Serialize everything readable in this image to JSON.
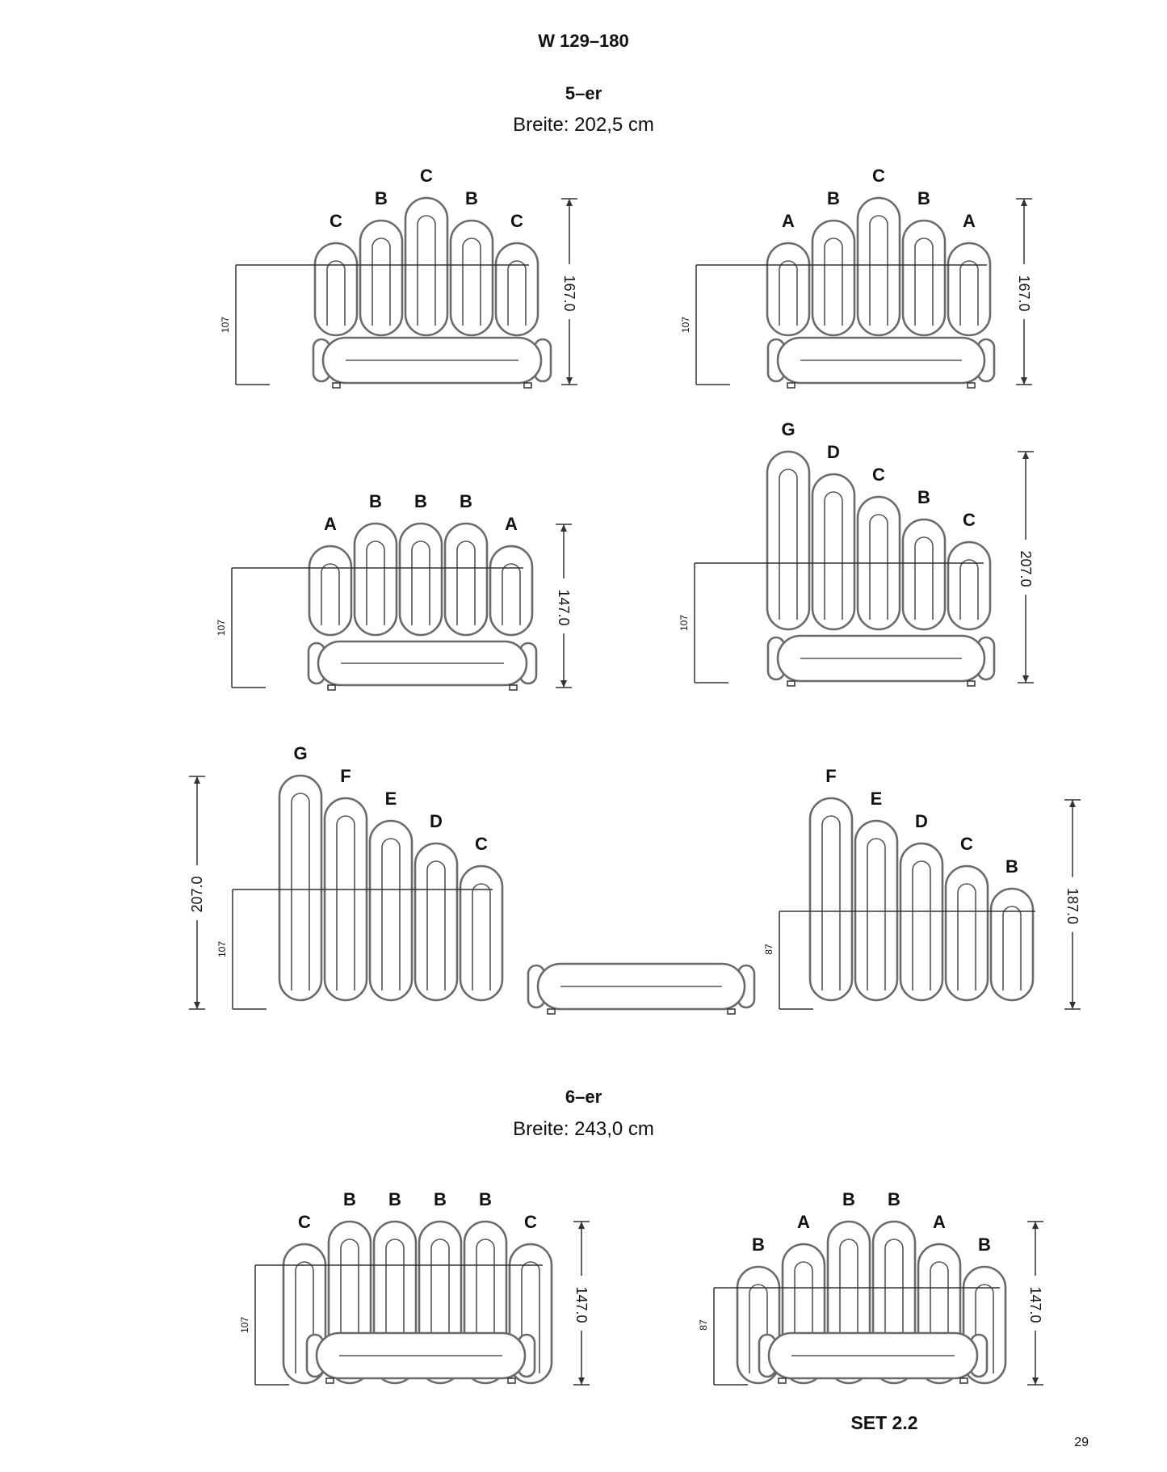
{
  "header": {
    "title": "W 129–180"
  },
  "section_5er": {
    "title": "5–er",
    "width": "Breite: 202,5 cm"
  },
  "section_6er": {
    "title": "6–er",
    "width": "Breite: 243,0 cm"
  },
  "set_label": "SET 2.2",
  "page_number": "29",
  "diagrams": [
    {
      "labels": [
        "C",
        "B",
        "C",
        "B",
        "C"
      ],
      "height": "167.0",
      "seat_height": "107"
    },
    {
      "labels": [
        "A",
        "B",
        "C",
        "B",
        "A"
      ],
      "height": "167.0",
      "seat_height": "107"
    },
    {
      "labels": [
        "A",
        "B",
        "B",
        "B",
        "A"
      ],
      "height": "147.0",
      "seat_height": "107"
    },
    {
      "labels": [
        "G",
        "D",
        "C",
        "B",
        "C"
      ],
      "height": "207.0",
      "seat_height": "107"
    },
    {
      "labels": [
        "G",
        "F",
        "E",
        "D",
        "C"
      ],
      "height": "207.0",
      "seat_height": "107"
    },
    {
      "labels": [
        "F",
        "E",
        "D",
        "C",
        "B"
      ],
      "height": "187.0",
      "seat_height": "87"
    },
    {
      "labels": [
        "C",
        "B",
        "B",
        "B",
        "B",
        "C"
      ],
      "height": "147.0",
      "seat_height": "107"
    },
    {
      "labels": [
        "B",
        "A",
        "B",
        "B",
        "A",
        "B"
      ],
      "height": "147.0",
      "seat_height": "87"
    }
  ]
}
